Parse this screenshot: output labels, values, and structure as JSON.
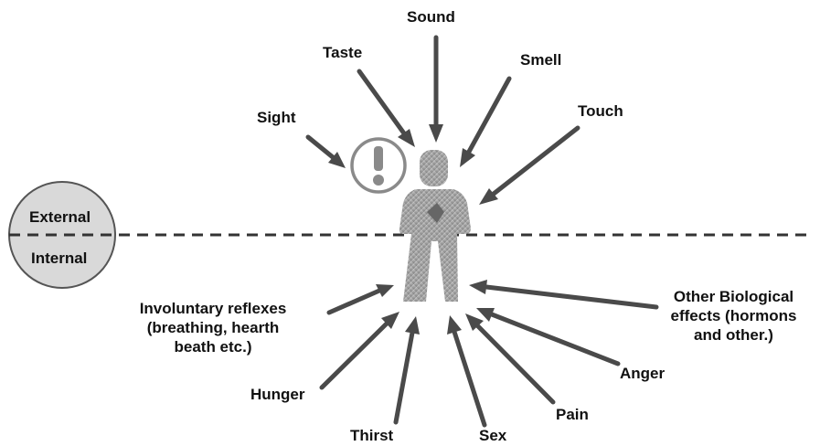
{
  "zones": {
    "external": "External",
    "internal": "Internal"
  },
  "icons": {
    "alert": "exclamation-alert-icon",
    "person": "person-figure-icon"
  },
  "stimuli": {
    "sound": "Sound",
    "taste": "Taste",
    "smell": "Smell",
    "touch": "Touch",
    "sight": "Sight",
    "involuntary": [
      "Involuntary reflexes",
      "(breathing, hearth",
      "beath etc.)"
    ],
    "biological": [
      "Other Biological",
      "effects (hormons",
      "and other.)"
    ],
    "hunger": "Hunger",
    "thirst": "Thirst",
    "sex": "Sex",
    "pain": "Pain",
    "anger": "Anger"
  },
  "colors": {
    "arrow": "#4a4a4a",
    "divider": "#333333",
    "circle_fill": "#d9d9d9",
    "figure": "#9a9a9a"
  }
}
